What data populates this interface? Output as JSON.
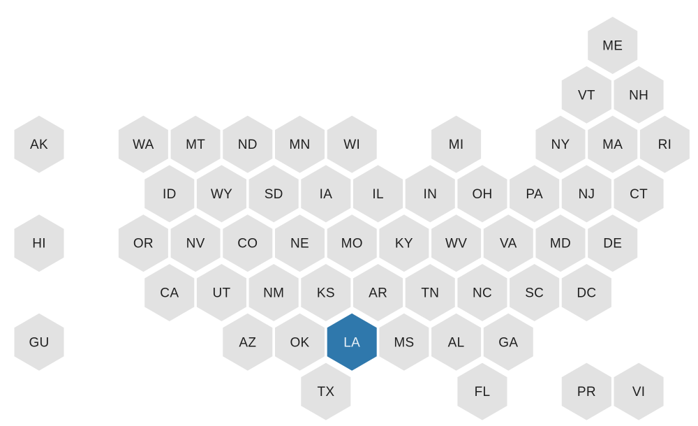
{
  "map": {
    "colors": {
      "tile": "#e2e2e2",
      "selected": "#2f78ac",
      "label": "#1f1f1f",
      "selected_label": "#e8f1f8"
    },
    "states": [
      {
        "abbr": "ME",
        "row": 0,
        "col": 11,
        "selected": false
      },
      {
        "abbr": "VT",
        "row": 1,
        "col": 10,
        "selected": false
      },
      {
        "abbr": "NH",
        "row": 1,
        "col": 11,
        "selected": false
      },
      {
        "abbr": "AK",
        "row": 2,
        "col": 0,
        "selected": false
      },
      {
        "abbr": "WA",
        "row": 2,
        "col": 2,
        "selected": false
      },
      {
        "abbr": "MT",
        "row": 2,
        "col": 3,
        "selected": false
      },
      {
        "abbr": "ND",
        "row": 2,
        "col": 4,
        "selected": false
      },
      {
        "abbr": "MN",
        "row": 2,
        "col": 5,
        "selected": false
      },
      {
        "abbr": "WI",
        "row": 2,
        "col": 6,
        "selected": false
      },
      {
        "abbr": "MI",
        "row": 2,
        "col": 8,
        "selected": false
      },
      {
        "abbr": "NY",
        "row": 2,
        "col": 10,
        "selected": false
      },
      {
        "abbr": "MA",
        "row": 2,
        "col": 11,
        "selected": false
      },
      {
        "abbr": "RI",
        "row": 2,
        "col": 12,
        "selected": false
      },
      {
        "abbr": "ID",
        "row": 3,
        "col": 2,
        "selected": false
      },
      {
        "abbr": "WY",
        "row": 3,
        "col": 3,
        "selected": false
      },
      {
        "abbr": "SD",
        "row": 3,
        "col": 4,
        "selected": false
      },
      {
        "abbr": "IA",
        "row": 3,
        "col": 5,
        "selected": false
      },
      {
        "abbr": "IL",
        "row": 3,
        "col": 6,
        "selected": false
      },
      {
        "abbr": "IN",
        "row": 3,
        "col": 7,
        "selected": false
      },
      {
        "abbr": "OH",
        "row": 3,
        "col": 8,
        "selected": false
      },
      {
        "abbr": "PA",
        "row": 3,
        "col": 9,
        "selected": false
      },
      {
        "abbr": "NJ",
        "row": 3,
        "col": 10,
        "selected": false
      },
      {
        "abbr": "CT",
        "row": 3,
        "col": 11,
        "selected": false
      },
      {
        "abbr": "HI",
        "row": 4,
        "col": 0,
        "selected": false
      },
      {
        "abbr": "OR",
        "row": 4,
        "col": 2,
        "selected": false
      },
      {
        "abbr": "NV",
        "row": 4,
        "col": 3,
        "selected": false
      },
      {
        "abbr": "CO",
        "row": 4,
        "col": 4,
        "selected": false
      },
      {
        "abbr": "NE",
        "row": 4,
        "col": 5,
        "selected": false
      },
      {
        "abbr": "MO",
        "row": 4,
        "col": 6,
        "selected": false
      },
      {
        "abbr": "KY",
        "row": 4,
        "col": 7,
        "selected": false
      },
      {
        "abbr": "WV",
        "row": 4,
        "col": 8,
        "selected": false
      },
      {
        "abbr": "VA",
        "row": 4,
        "col": 9,
        "selected": false
      },
      {
        "abbr": "MD",
        "row": 4,
        "col": 10,
        "selected": false
      },
      {
        "abbr": "DE",
        "row": 4,
        "col": 11,
        "selected": false
      },
      {
        "abbr": "CA",
        "row": 5,
        "col": 2,
        "selected": false
      },
      {
        "abbr": "UT",
        "row": 5,
        "col": 3,
        "selected": false
      },
      {
        "abbr": "NM",
        "row": 5,
        "col": 4,
        "selected": false
      },
      {
        "abbr": "KS",
        "row": 5,
        "col": 5,
        "selected": false
      },
      {
        "abbr": "AR",
        "row": 5,
        "col": 6,
        "selected": false
      },
      {
        "abbr": "TN",
        "row": 5,
        "col": 7,
        "selected": false
      },
      {
        "abbr": "NC",
        "row": 5,
        "col": 8,
        "selected": false
      },
      {
        "abbr": "SC",
        "row": 5,
        "col": 9,
        "selected": false
      },
      {
        "abbr": "DC",
        "row": 5,
        "col": 10,
        "selected": false
      },
      {
        "abbr": "GU",
        "row": 6,
        "col": 0,
        "selected": false
      },
      {
        "abbr": "AZ",
        "row": 6,
        "col": 4,
        "selected": false
      },
      {
        "abbr": "OK",
        "row": 6,
        "col": 5,
        "selected": false
      },
      {
        "abbr": "LA",
        "row": 6,
        "col": 6,
        "selected": true
      },
      {
        "abbr": "MS",
        "row": 6,
        "col": 7,
        "selected": false
      },
      {
        "abbr": "AL",
        "row": 6,
        "col": 8,
        "selected": false
      },
      {
        "abbr": "GA",
        "row": 6,
        "col": 9,
        "selected": false
      },
      {
        "abbr": "TX",
        "row": 7,
        "col": 5,
        "selected": false
      },
      {
        "abbr": "FL",
        "row": 7,
        "col": 8,
        "selected": false
      },
      {
        "abbr": "PR",
        "row": 7,
        "col": 10,
        "selected": false
      },
      {
        "abbr": "VI",
        "row": 7,
        "col": 11,
        "selected": false
      }
    ]
  }
}
